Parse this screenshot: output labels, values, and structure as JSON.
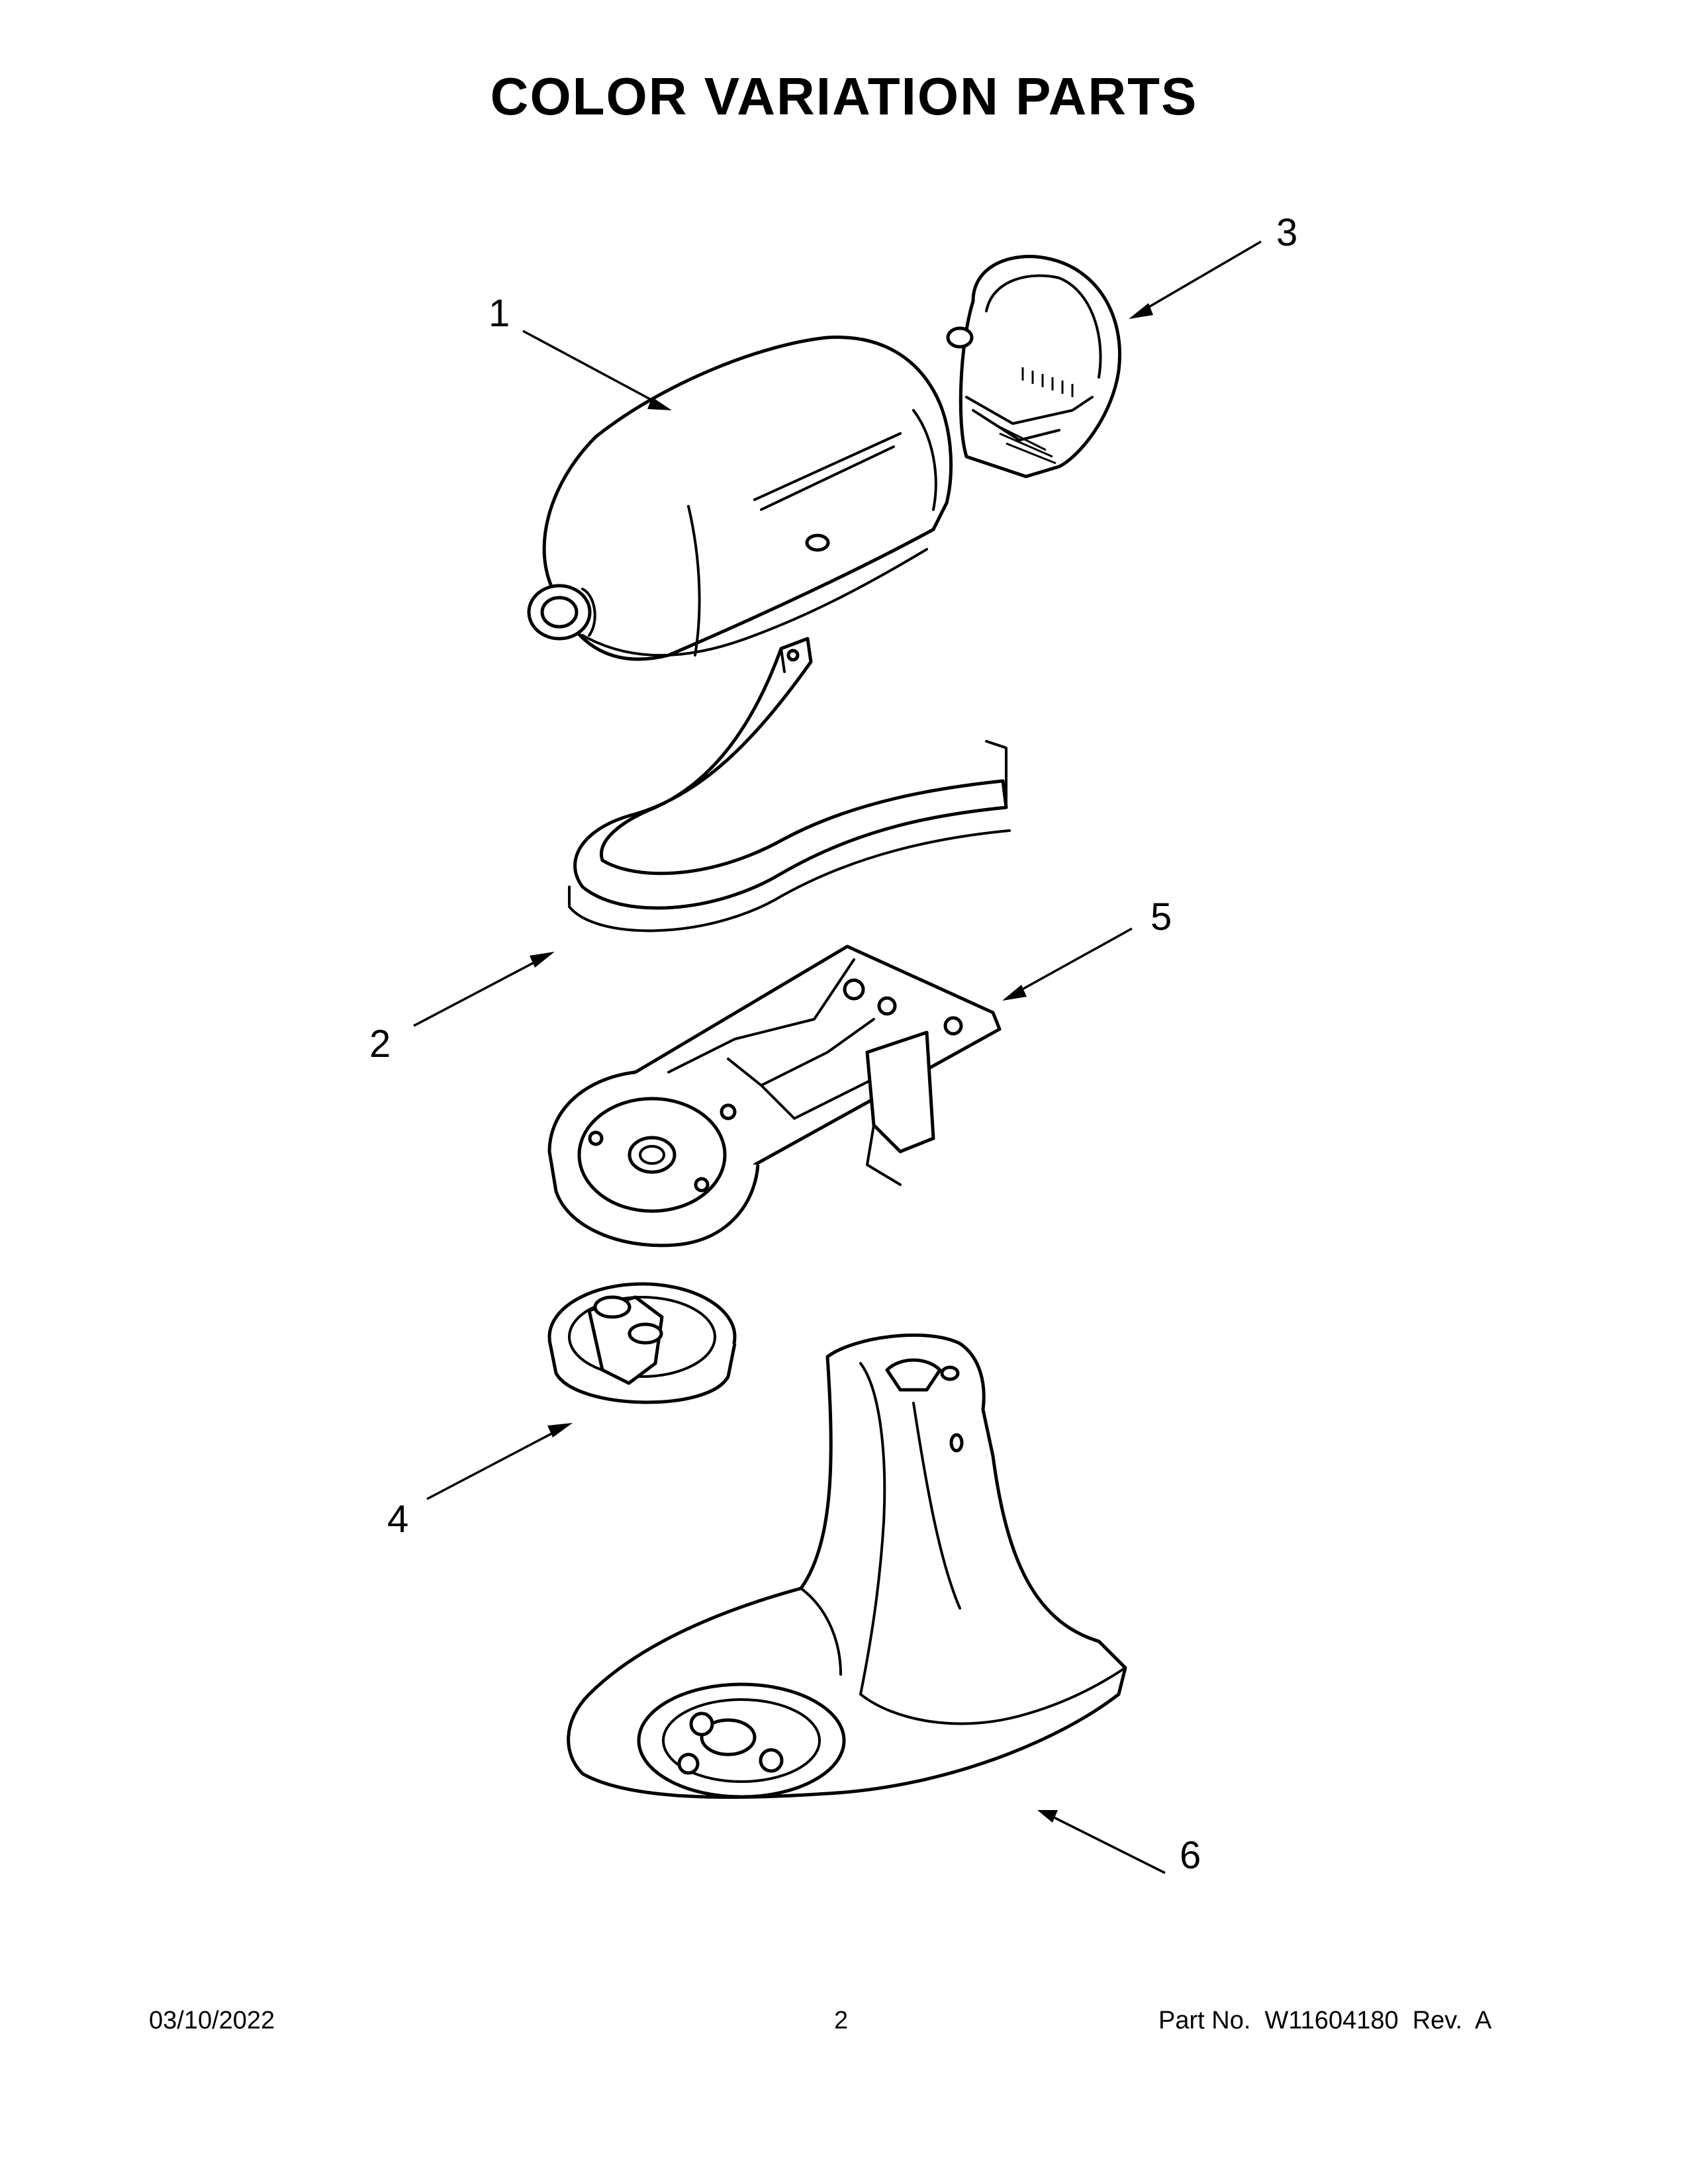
{
  "page": {
    "title": "COLOR VARIATION PARTS"
  },
  "callouts": [
    {
      "number": "1"
    },
    {
      "number": "2"
    },
    {
      "number": "3"
    },
    {
      "number": "4"
    },
    {
      "number": "5"
    },
    {
      "number": "6"
    }
  ],
  "footer": {
    "date": "03/10/2022",
    "page_number": "2",
    "part_info": "Part No.  W11604180  Rev.  A"
  }
}
